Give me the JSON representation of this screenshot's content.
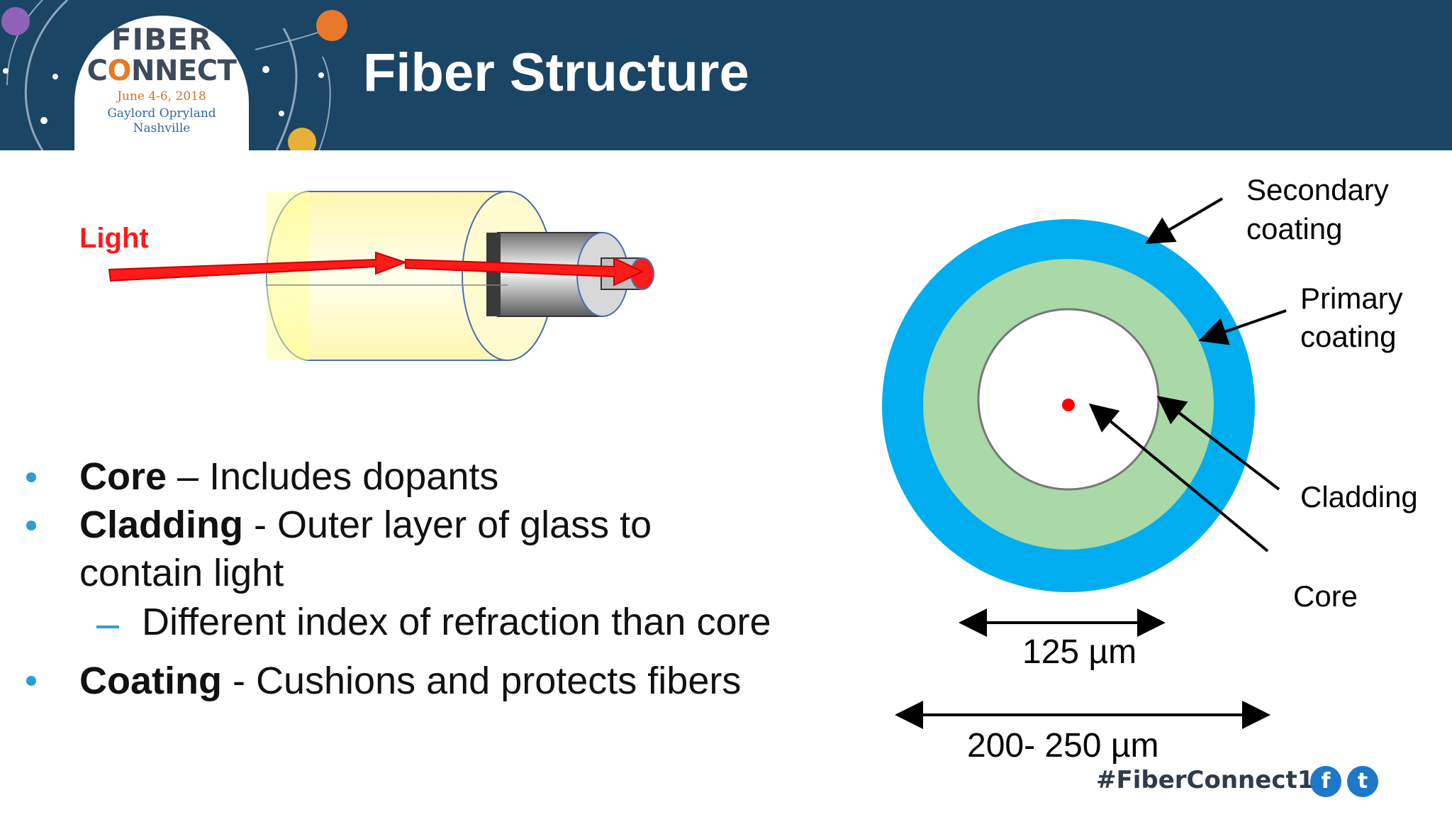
{
  "header": {
    "title": "Fiber Structure",
    "background_color": "#1a4564",
    "logo": {
      "line1": "FIBER",
      "line2_pre": "C",
      "line2_o": "O",
      "line2_post": "NNECT",
      "dates": "June 4-6, 2018",
      "venue": "Gaylord Opryland",
      "city": "Nashville"
    }
  },
  "cable_diagram": {
    "light_label": "Light",
    "light_color": "#ff1a1a"
  },
  "cross_section": {
    "labels": {
      "secondary_line1": "Secondary",
      "secondary_line2": "coating",
      "primary_line1": "Primary",
      "primary_line2": "coating",
      "cladding": "Cladding",
      "core": "Core"
    },
    "dimensions": {
      "inner": "125 µm",
      "outer": "200- 250 µm"
    },
    "colors": {
      "secondary_coating": "#00aeef",
      "primary_coating": "#a8d9a6",
      "cladding": "#ffffff",
      "core": "#ff0000"
    }
  },
  "bullets": [
    {
      "term": "Core",
      "text": " – Includes dopants"
    },
    {
      "term": "Cladding",
      "text": " - Outer layer of glass to",
      "continuation": "contain light"
    },
    {
      "term": "Coating",
      "text": " - Cushions and protects fibers"
    }
  ],
  "sub_bullet": {
    "text": "Different index of refraction than core"
  },
  "footer": {
    "hashtag": "#FiberConnect18",
    "icons": [
      "facebook-icon",
      "twitter-icon"
    ]
  }
}
